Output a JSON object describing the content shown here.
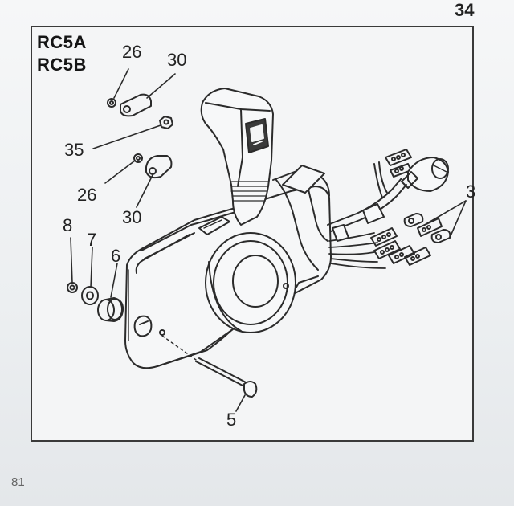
{
  "page": {
    "corner_number": "34",
    "page_number": "81"
  },
  "models": [
    "RC5A",
    "RC5B"
  ],
  "callouts": {
    "c26_top": "26",
    "c30_top": "30",
    "c35": "35",
    "c26_mid": "26",
    "c30_mid": "30",
    "c8": "8",
    "c7": "7",
    "c6": "6",
    "c5": "5",
    "c3": "3"
  },
  "colors": {
    "line": "#2b2b2b",
    "panel": "#f4f5f6"
  }
}
